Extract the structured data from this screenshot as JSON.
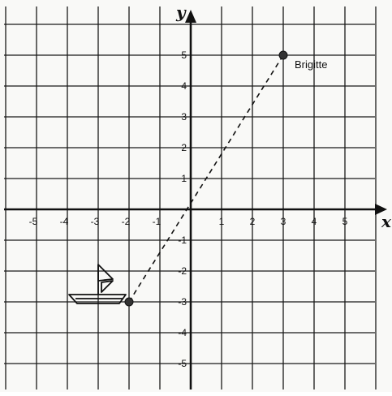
{
  "diagram": {
    "x_axis_label": "x",
    "y_axis_label": "y",
    "x_range": [
      -6,
      6
    ],
    "y_range": [
      -6,
      6
    ],
    "x_ticks": [
      "-5",
      "-4",
      "-3",
      "-2",
      "-1",
      "1",
      "2",
      "3",
      "4",
      "5"
    ],
    "y_ticks": [
      "5",
      "4",
      "3",
      "2",
      "1",
      "-1",
      "-2",
      "-3",
      "-4",
      "-5"
    ],
    "points": [
      {
        "label": "Brigitte",
        "x": 3,
        "y": 5
      },
      {
        "label": "",
        "x": -2,
        "y": -3
      }
    ],
    "dashed_segment": {
      "from": [
        -2,
        -3
      ],
      "to": [
        3,
        5
      ]
    },
    "sailboat": {
      "hull_center_x": -3,
      "hull_y": -3
    }
  }
}
